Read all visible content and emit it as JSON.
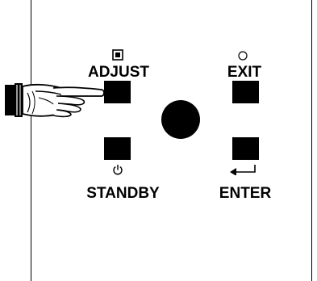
{
  "panel": {
    "adjust": {
      "label": "ADJUST",
      "icon": "adjust-square-icon"
    },
    "exit": {
      "label": "EXIT",
      "icon": "circle-icon"
    },
    "standby": {
      "label": "STANDBY",
      "icon": "power-icon"
    },
    "enter": {
      "label": "ENTER",
      "icon": "return-arrow-icon"
    },
    "knob": {
      "icon": "round-knob"
    },
    "pointer": {
      "icon": "pointing-hand-icon"
    }
  },
  "colors": {
    "ink": "#000000",
    "background": "#ffffff"
  }
}
